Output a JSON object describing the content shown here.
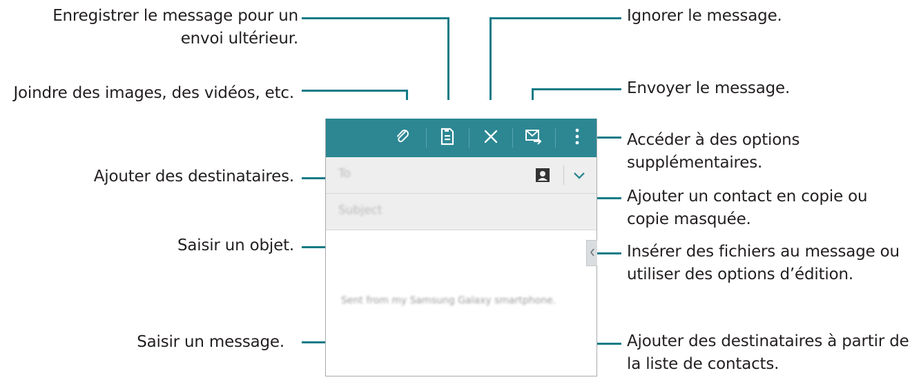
{
  "callouts": {
    "save": [
      "Enregistrer le message pour un",
      "envoi ultérieur."
    ],
    "attach": "Joindre des images, des vidéos, etc.",
    "recipients": "Ajouter des destinataires.",
    "subject": "Saisir un objet.",
    "message": "Saisir un message.",
    "discard": "Ignorer le message.",
    "send": "Envoyer le message.",
    "more": [
      "Accéder à des options",
      "supplémentaires."
    ],
    "cc_bcc": [
      "Ajouter un contact en copie ou",
      "copie masquée."
    ],
    "insert": [
      "Insérer des fichiers au message ou",
      "utiliser des options d’édition."
    ],
    "contacts": [
      "Ajouter des destinataires à partir de",
      "la liste de contacts."
    ]
  },
  "compose": {
    "to_placeholder": "To",
    "subject_placeholder": "Subject",
    "signature": "Sent from my Samsung Galaxy smartphone."
  },
  "icons": {
    "attach": "paperclip-icon",
    "save": "save-icon",
    "discard": "close-icon",
    "send": "send-mail-icon",
    "more": "more-options-icon",
    "contacts": "contact-icon",
    "expand": "chevron-down-icon",
    "panel": "chevron-left-icon"
  },
  "colors": {
    "action_bar": "#2c8793",
    "leader_line": "#0e7a86",
    "field_bg": "#eeeeee"
  }
}
